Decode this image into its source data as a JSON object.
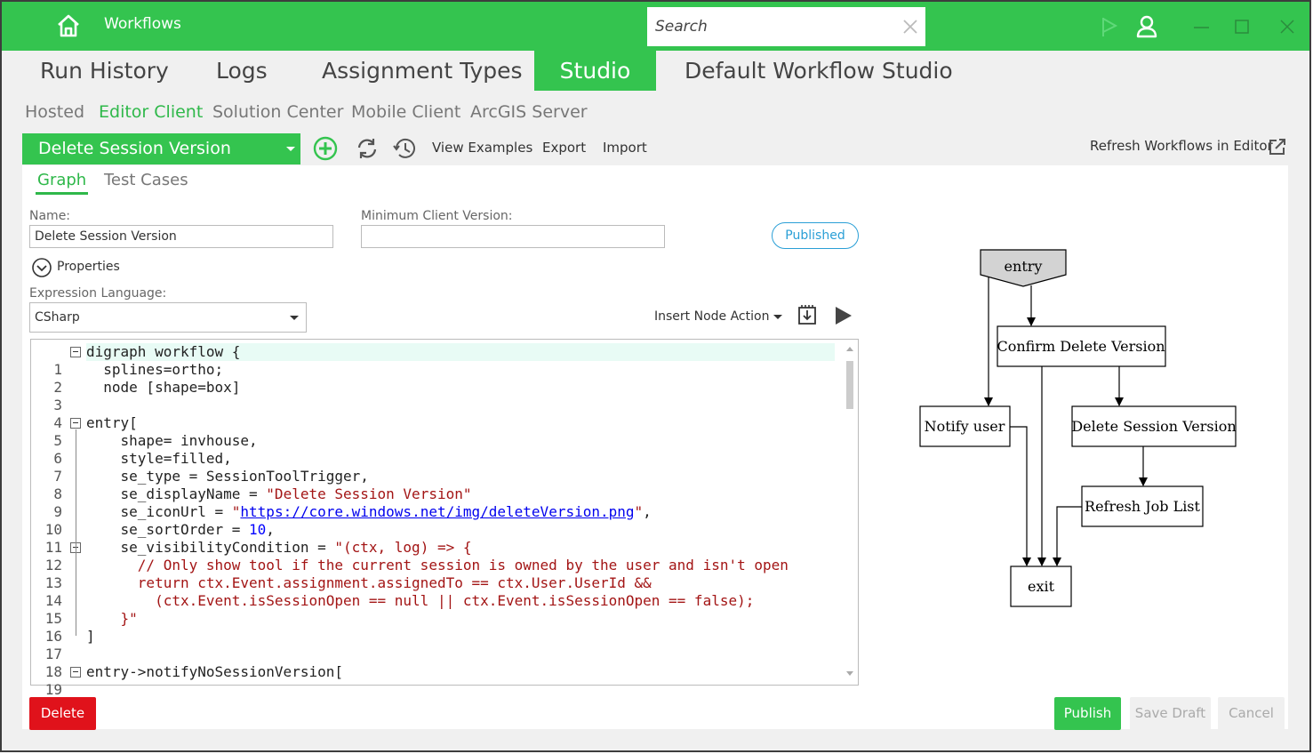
{
  "titlebar": {
    "app_title": "Workflows",
    "search_placeholder": "Search"
  },
  "main_tabs": [
    {
      "label": "Run History"
    },
    {
      "label": "Logs"
    },
    {
      "label": "Assignment Types"
    },
    {
      "label": "Studio",
      "active": true
    },
    {
      "label": "Default Workflow Studio"
    }
  ],
  "sub_tabs": [
    {
      "label": "Hosted"
    },
    {
      "label": "Editor Client",
      "active": true
    },
    {
      "label": "Solution Center"
    },
    {
      "label": "Mobile Client"
    },
    {
      "label": "ArcGIS Server"
    }
  ],
  "toolbar": {
    "workflow_selected": "Delete Session Version",
    "view_examples": "View Examples",
    "export": "Export",
    "import": "Import",
    "refresh_link": "Refresh Workflows in Editor"
  },
  "editor_tabs": [
    {
      "label": "Graph",
      "active": true
    },
    {
      "label": "Test Cases"
    }
  ],
  "form": {
    "name_label": "Name:",
    "name_value": "Delete Session Version",
    "min_client_label": "Minimum Client Version:",
    "min_client_value": "",
    "status_badge": "Published",
    "properties_label": "Properties",
    "expr_lang_label": "Expression Language:",
    "expr_lang_value": "CSharp",
    "insert_node_action": "Insert Node Action"
  },
  "code_lines": [
    "1",
    "2",
    "3",
    "4",
    "5",
    "6",
    "7",
    "8",
    "9",
    "10",
    "11",
    "12",
    "13",
    "14",
    "15",
    "16",
    "17",
    "18",
    "19"
  ],
  "code": {
    "l1": "digraph workflow {",
    "l2": "  splines=ortho;",
    "l3": "  node [shape=box]",
    "l5": "entry[",
    "l6": "    shape= invhouse,",
    "l7": "    style=filled,",
    "l8": "    se_type = SessionToolTrigger,",
    "l9a": "    se_displayName = ",
    "l9b": "\"Delete Session Version\"",
    "l10a": "    se_iconUrl = ",
    "l10b": "\"",
    "l10c": "https://core.windows.net/img/deleteVersion.png",
    "l10d": "\"",
    "l10e": ",",
    "l11a": "    se_sortOrder = ",
    "l11b": "10",
    "l11c": ",",
    "l12a": "    se_visibilityCondition = ",
    "l12b": "\"(ctx, log) => {",
    "l13": "      // Only show tool if the current session is owned by the user and isn't open",
    "l14": "      return ctx.Event.assignment.assignedTo == ctx.User.UserId &&",
    "l15": "        (ctx.Event.isSessionOpen == null || ctx.Event.isSessionOpen == false);",
    "l16": "    }\"",
    "l17": "]",
    "l19": "entry->notifyNoSessionVersion["
  },
  "graph": {
    "nodes": [
      {
        "id": "entry",
        "label": "entry"
      },
      {
        "id": "confirm",
        "label": "Confirm Delete Version"
      },
      {
        "id": "notify",
        "label": "Notify user"
      },
      {
        "id": "delete",
        "label": "Delete Session Version"
      },
      {
        "id": "refresh",
        "label": "Refresh Job List"
      },
      {
        "id": "exit",
        "label": "exit"
      }
    ]
  },
  "buttons": {
    "delete": "Delete",
    "publish": "Publish",
    "save_draft": "Save Draft",
    "cancel": "Cancel"
  },
  "colors": {
    "brand_green": "#34c44f",
    "active_tab_text": "#2fb84a",
    "delete_red": "#e0121b",
    "badge_blue": "#2a9fd6"
  }
}
